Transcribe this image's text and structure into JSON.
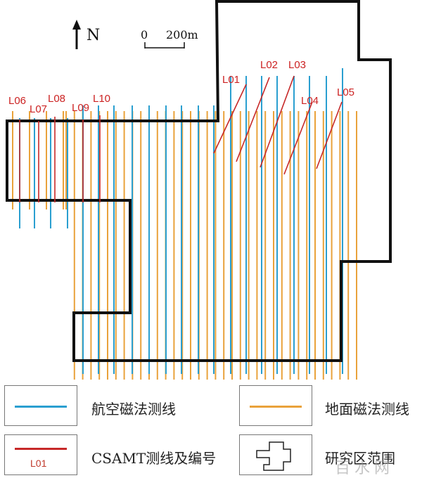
{
  "colors": {
    "aero": "#2a9fd0",
    "ground": "#e9a23b",
    "csamt": "#c62828",
    "boundary": "#111111"
  },
  "north": {
    "label": "N"
  },
  "scale": {
    "zero": "0",
    "distance": "200m"
  },
  "csamt_labels": [
    "L01",
    "L02",
    "L03",
    "L04",
    "L05",
    "L06",
    "L07",
    "L08",
    "L09",
    "L10"
  ],
  "legend": {
    "aero": "航空磁法测线",
    "ground": "地面磁法测线",
    "csamt": "CSAMT测线及编号",
    "csamt_code": "L01",
    "area": "研究区范围"
  },
  "watermark": "百水网"
}
